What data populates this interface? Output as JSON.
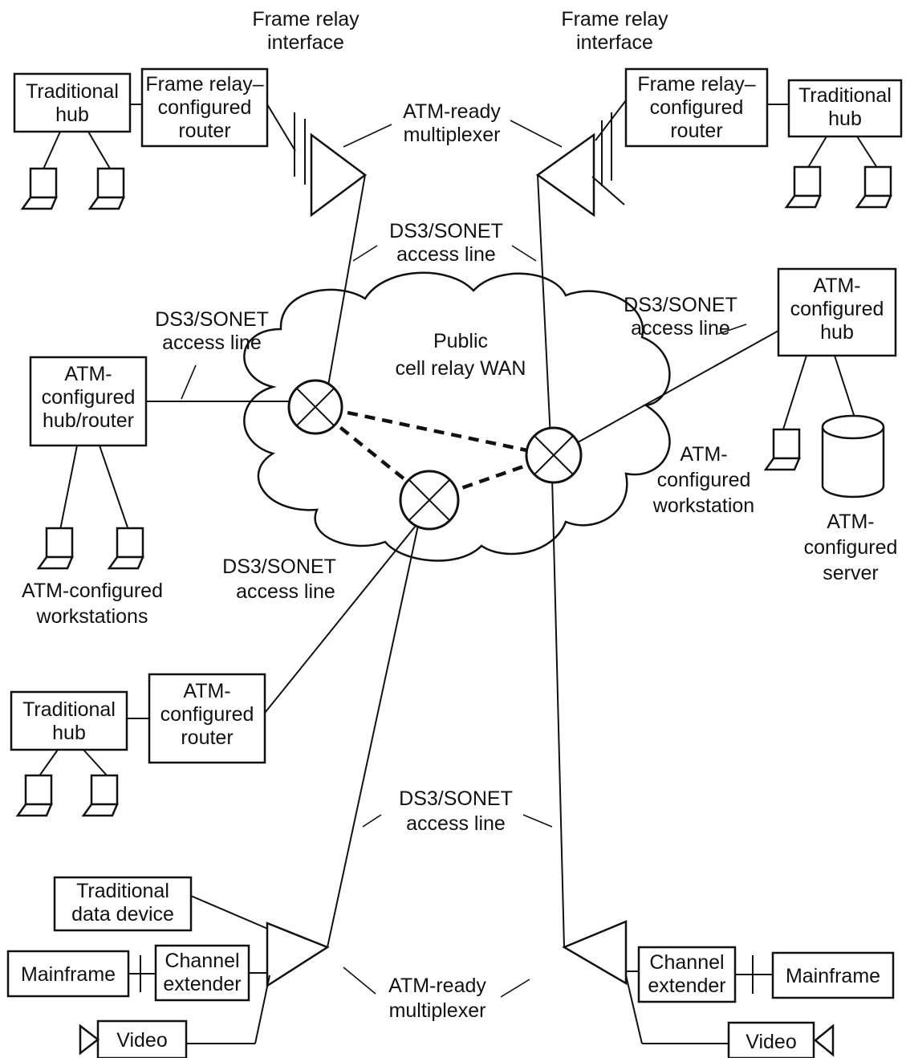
{
  "labels": {
    "fr_if_left": [
      "Frame relay",
      "interface"
    ],
    "fr_if_right": [
      "Frame relay",
      "interface"
    ],
    "mux_top": [
      "ATM-ready",
      "multiplexer"
    ],
    "mux_bottom": [
      "ATM-ready",
      "multiplexer"
    ],
    "ds3_top": [
      "DS3/SONET",
      "access line"
    ],
    "ds3_left": [
      "DS3/SONET",
      "access line"
    ],
    "ds3_right": [
      "DS3/SONET",
      "access line"
    ],
    "ds3_mid": [
      "DS3/SONET",
      "access line"
    ],
    "ds3_bottom": [
      "DS3/SONET",
      "access line"
    ],
    "cloud": [
      "Public",
      "cell relay WAN"
    ],
    "atm_workstations": [
      "ATM-configured",
      "workstations"
    ],
    "atm_workstation": [
      "ATM-",
      "configured",
      "workstation"
    ],
    "atm_server": [
      "ATM-",
      "configured",
      "server"
    ]
  },
  "boxes": {
    "trad_hub_tl": [
      "Traditional",
      "hub"
    ],
    "fr_router_left": [
      "Frame relay–",
      "configured",
      "router"
    ],
    "fr_router_right": [
      "Frame relay–",
      "configured",
      "router"
    ],
    "trad_hub_tr": [
      "Traditional",
      "hub"
    ],
    "atm_hub_router": [
      "ATM-",
      "configured",
      "hub/router"
    ],
    "atm_hub": [
      "ATM-",
      "configured",
      "hub"
    ],
    "trad_hub_ml": [
      "Traditional",
      "hub"
    ],
    "atm_router": [
      "ATM-",
      "configured",
      "router"
    ],
    "trad_data_device": [
      "Traditional",
      "data device"
    ],
    "mainframe_left": [
      "Mainframe"
    ],
    "channel_ext_left": [
      "Channel",
      "extender"
    ],
    "video_left": [
      "Video"
    ],
    "channel_ext_right": [
      "Channel",
      "extender"
    ],
    "mainframe_right": [
      "Mainframe"
    ],
    "video_right": [
      "Video"
    ]
  }
}
